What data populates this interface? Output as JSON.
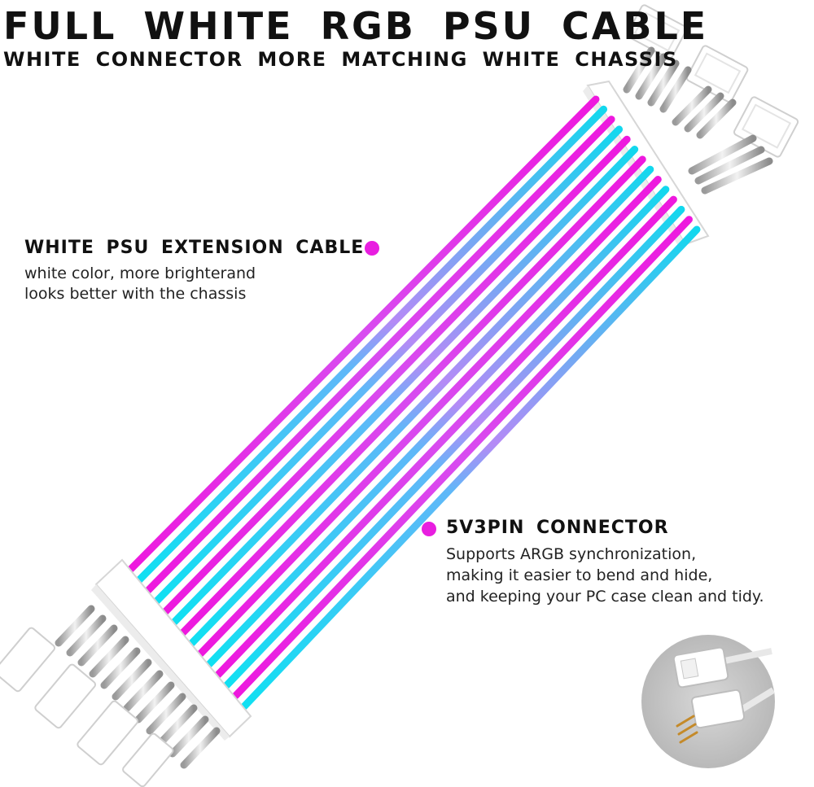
{
  "header": {
    "title": "FULL WHITE RGB PSU CABLE",
    "subtitle": "WHITE CONNECTOR MORE MATCHING WHITE CHASSIS"
  },
  "callouts": {
    "extension": {
      "heading": "WHITE PSU EXTENSION CABLE",
      "line1": "white color, more brighterand",
      "line2": "looks better with the chassis"
    },
    "connector": {
      "heading": "5V3PIN CONNECTOR",
      "line1": "Supports ARGB synchronization,",
      "line2": "making it easier to bend and hide,",
      "line3": "and keeping your PC case clean and tidy."
    }
  },
  "colors": {
    "accent_magenta": "#e81ee0",
    "cyan": "#19dcf0",
    "violet": "#a07cf5",
    "connector_white": "#ffffff",
    "inset_gray": "#c9c9c9"
  },
  "icons": {
    "cable_bundle": "rgb-psu-cable-image",
    "argb_plug": "argb-3pin-connector-image"
  }
}
